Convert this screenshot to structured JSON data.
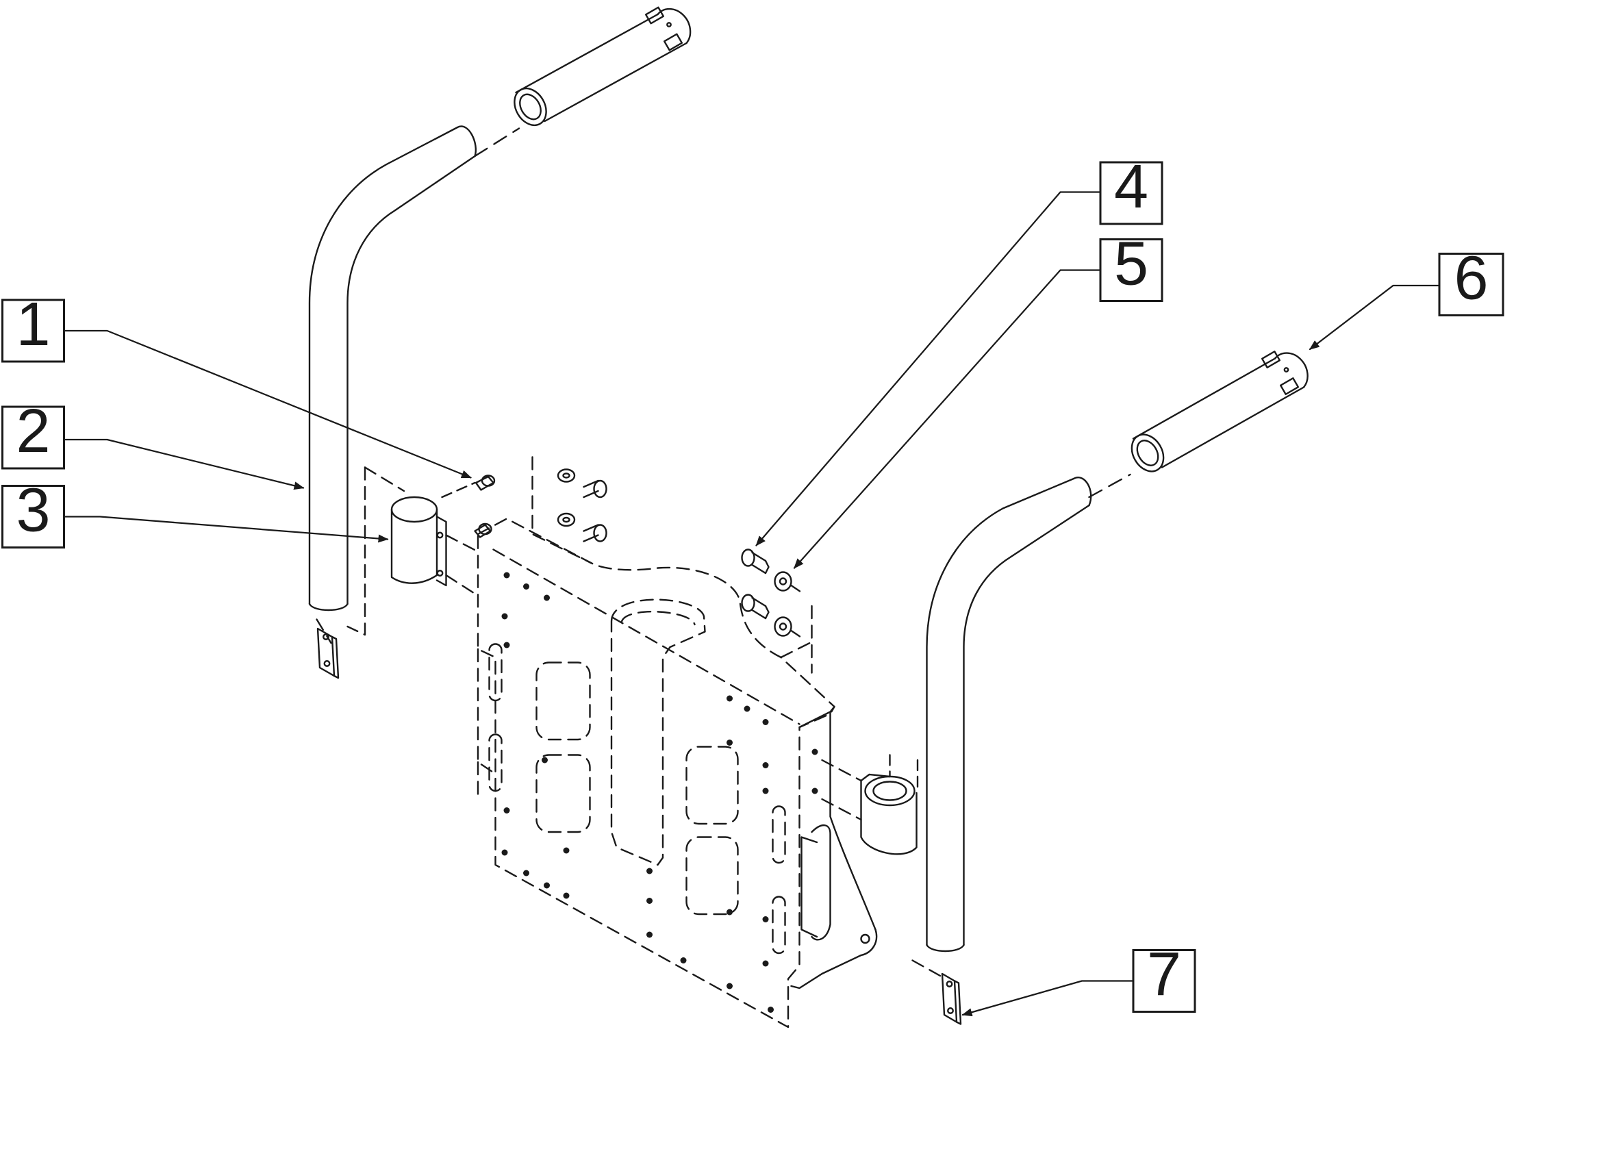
{
  "callouts": [
    {
      "number": "1"
    },
    {
      "number": "2"
    },
    {
      "number": "3"
    },
    {
      "number": "4"
    },
    {
      "number": "5"
    },
    {
      "number": "6"
    },
    {
      "number": "7"
    }
  ],
  "colors": {
    "line": "#1a1a1a",
    "background": "#ffffff"
  }
}
